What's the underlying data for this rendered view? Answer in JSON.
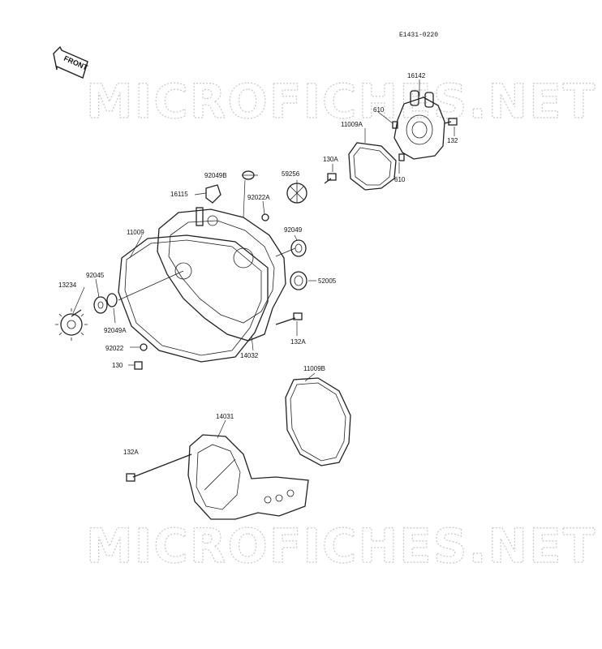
{
  "diagram_code": "E1431-0220",
  "front_label": "FRONT",
  "watermark": "MICROFICHES.NET",
  "parts": [
    {
      "id": "p16142",
      "label": "16142"
    },
    {
      "id": "p610a",
      "label": "610"
    },
    {
      "id": "p11009A",
      "label": "11009A"
    },
    {
      "id": "p132",
      "label": "132"
    },
    {
      "id": "p610b",
      "label": "610"
    },
    {
      "id": "p130A",
      "label": "130A"
    },
    {
      "id": "p92049B",
      "label": "92049B"
    },
    {
      "id": "p59256",
      "label": "59256"
    },
    {
      "id": "p16115",
      "label": "16115"
    },
    {
      "id": "p92022A",
      "label": "92022A"
    },
    {
      "id": "p11009",
      "label": "11009"
    },
    {
      "id": "p92049",
      "label": "92049"
    },
    {
      "id": "p92045",
      "label": "92045"
    },
    {
      "id": "p13234",
      "label": "13234"
    },
    {
      "id": "p52005",
      "label": "52005"
    },
    {
      "id": "p92049A",
      "label": "92049A"
    },
    {
      "id": "p132A_top",
      "label": "132A"
    },
    {
      "id": "p92022",
      "label": "92022"
    },
    {
      "id": "p14032",
      "label": "14032"
    },
    {
      "id": "p130",
      "label": "130"
    },
    {
      "id": "p11009B",
      "label": "11009B"
    },
    {
      "id": "p14031",
      "label": "14031"
    },
    {
      "id": "p132A_bot",
      "label": "132A"
    }
  ]
}
